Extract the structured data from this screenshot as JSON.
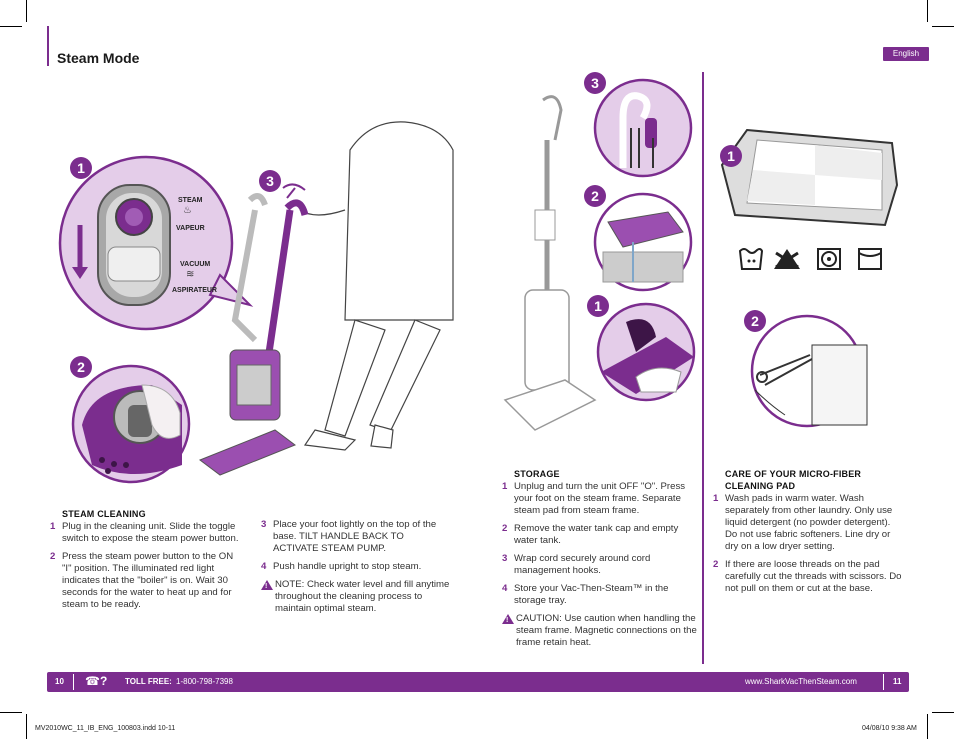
{
  "header": {
    "title": "Steam Mode",
    "language_tab": "English"
  },
  "badges": {
    "one": "1",
    "two": "2",
    "three": "3"
  },
  "toggle_labels": {
    "steam": "STEAM",
    "vapeur": "VAPEUR",
    "vacuum": "VACUUM",
    "aspirateur": "ASPIRATEUR"
  },
  "steam_cleaning": {
    "heading": "STEAM CLEANING",
    "steps": [
      {
        "num": "1",
        "text": "Plug in the cleaning unit. Slide the toggle switch to expose the steam power button."
      },
      {
        "num": "2",
        "text": "Press the steam power button to the ON \"I\" position. The illuminated red light indicates that the \"boiler\" is on. Wait 30 seconds for the water to heat up and for steam to be ready."
      },
      {
        "num": "3",
        "text": "Place your foot lightly on the top of the base. TILT HANDLE BACK TO ACTIVATE STEAM PUMP."
      },
      {
        "num": "4",
        "text": "Push handle upright to stop steam."
      }
    ],
    "note": "NOTE: Check water level and fill anytime throughout the cleaning process to maintain optimal steam."
  },
  "storage": {
    "heading": "STORAGE",
    "steps": [
      {
        "num": "1",
        "text": "Unplug and turn the unit OFF \"O\". Press your foot on the steam frame. Separate steam pad from steam frame."
      },
      {
        "num": "2",
        "text": "Remove the water tank cap and empty water tank."
      },
      {
        "num": "3",
        "text": "Wrap cord securely around cord management hooks."
      },
      {
        "num": "4",
        "text": "Store your Vac-Then-Steam™ in the storage tray."
      }
    ],
    "caution": "CAUTION: Use caution when handling the steam frame. Magnetic connections on the frame retain heat."
  },
  "care": {
    "heading_line1": "CARE OF YOUR MICRO-FIBER",
    "heading_line2": "CLEANING PAD",
    "steps": [
      {
        "num": "1",
        "text": "Wash pads in warm water. Wash separately from other laundry. Only use liquid detergent (no powder detergent). Do not use fabric softeners. Line dry or dry on a low dryer setting."
      },
      {
        "num": "2",
        "text": "If there are loose threads on the pad carefully cut the threads with scissors. Do not pull on them or cut at the base."
      }
    ]
  },
  "footer": {
    "page_left": "10",
    "toll_free_label": "TOLL FREE:",
    "toll_free_number": "1-800-798-7398",
    "website": "www.SharkVacThenSteam.com",
    "page_right": "11"
  },
  "print_info": {
    "filename": "MV2010WC_11_IB_ENG_100803.indd   10-11",
    "datetime": "04/08/10   9:38 AM"
  },
  "colors": {
    "accent": "#7b2d8e",
    "light_purple": "#e4cde9"
  }
}
